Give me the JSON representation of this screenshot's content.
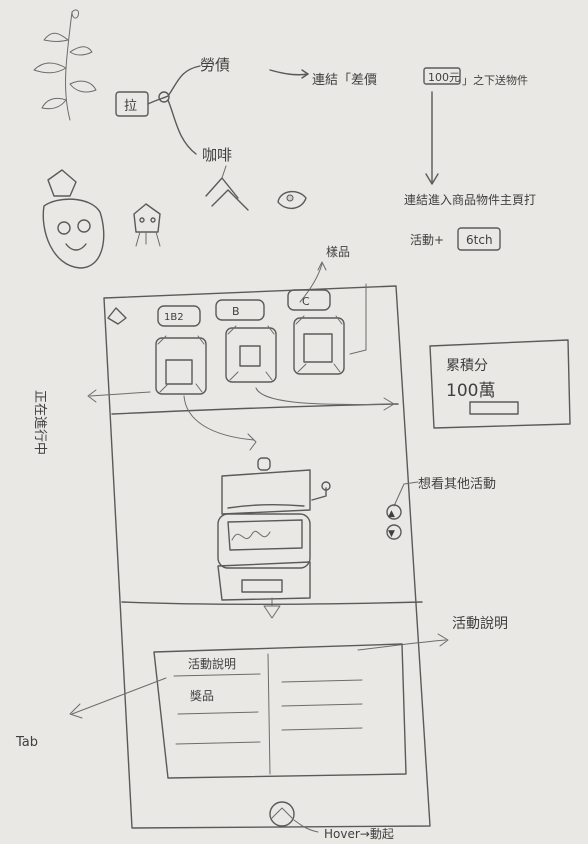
{
  "top_flow": {
    "pull_label": "拉",
    "branch_top": "勞債",
    "branch_bottom": "咖啡",
    "link_text": "連結「差價",
    "link_box": "100元",
    "link_suffix": "」之下送物件",
    "result_line1": "連結進入商品物件主頁打",
    "result_line2": "活動+",
    "result_box": "6tch"
  },
  "phone": {
    "tabs": [
      "1B2",
      "B",
      "C"
    ],
    "sample_label": "樣品",
    "side_note": "正在進行中",
    "callout_line1": "累積分",
    "callout_line2": "100萬",
    "hint_label": "想看其他活動",
    "up_arrow": "▲",
    "down_arrow": "▼",
    "activity_title": "活動說明",
    "activity_note": "活動說明",
    "prize_label": "獎品",
    "tab_label": "Tab",
    "hover_note": "Hover→動起"
  }
}
